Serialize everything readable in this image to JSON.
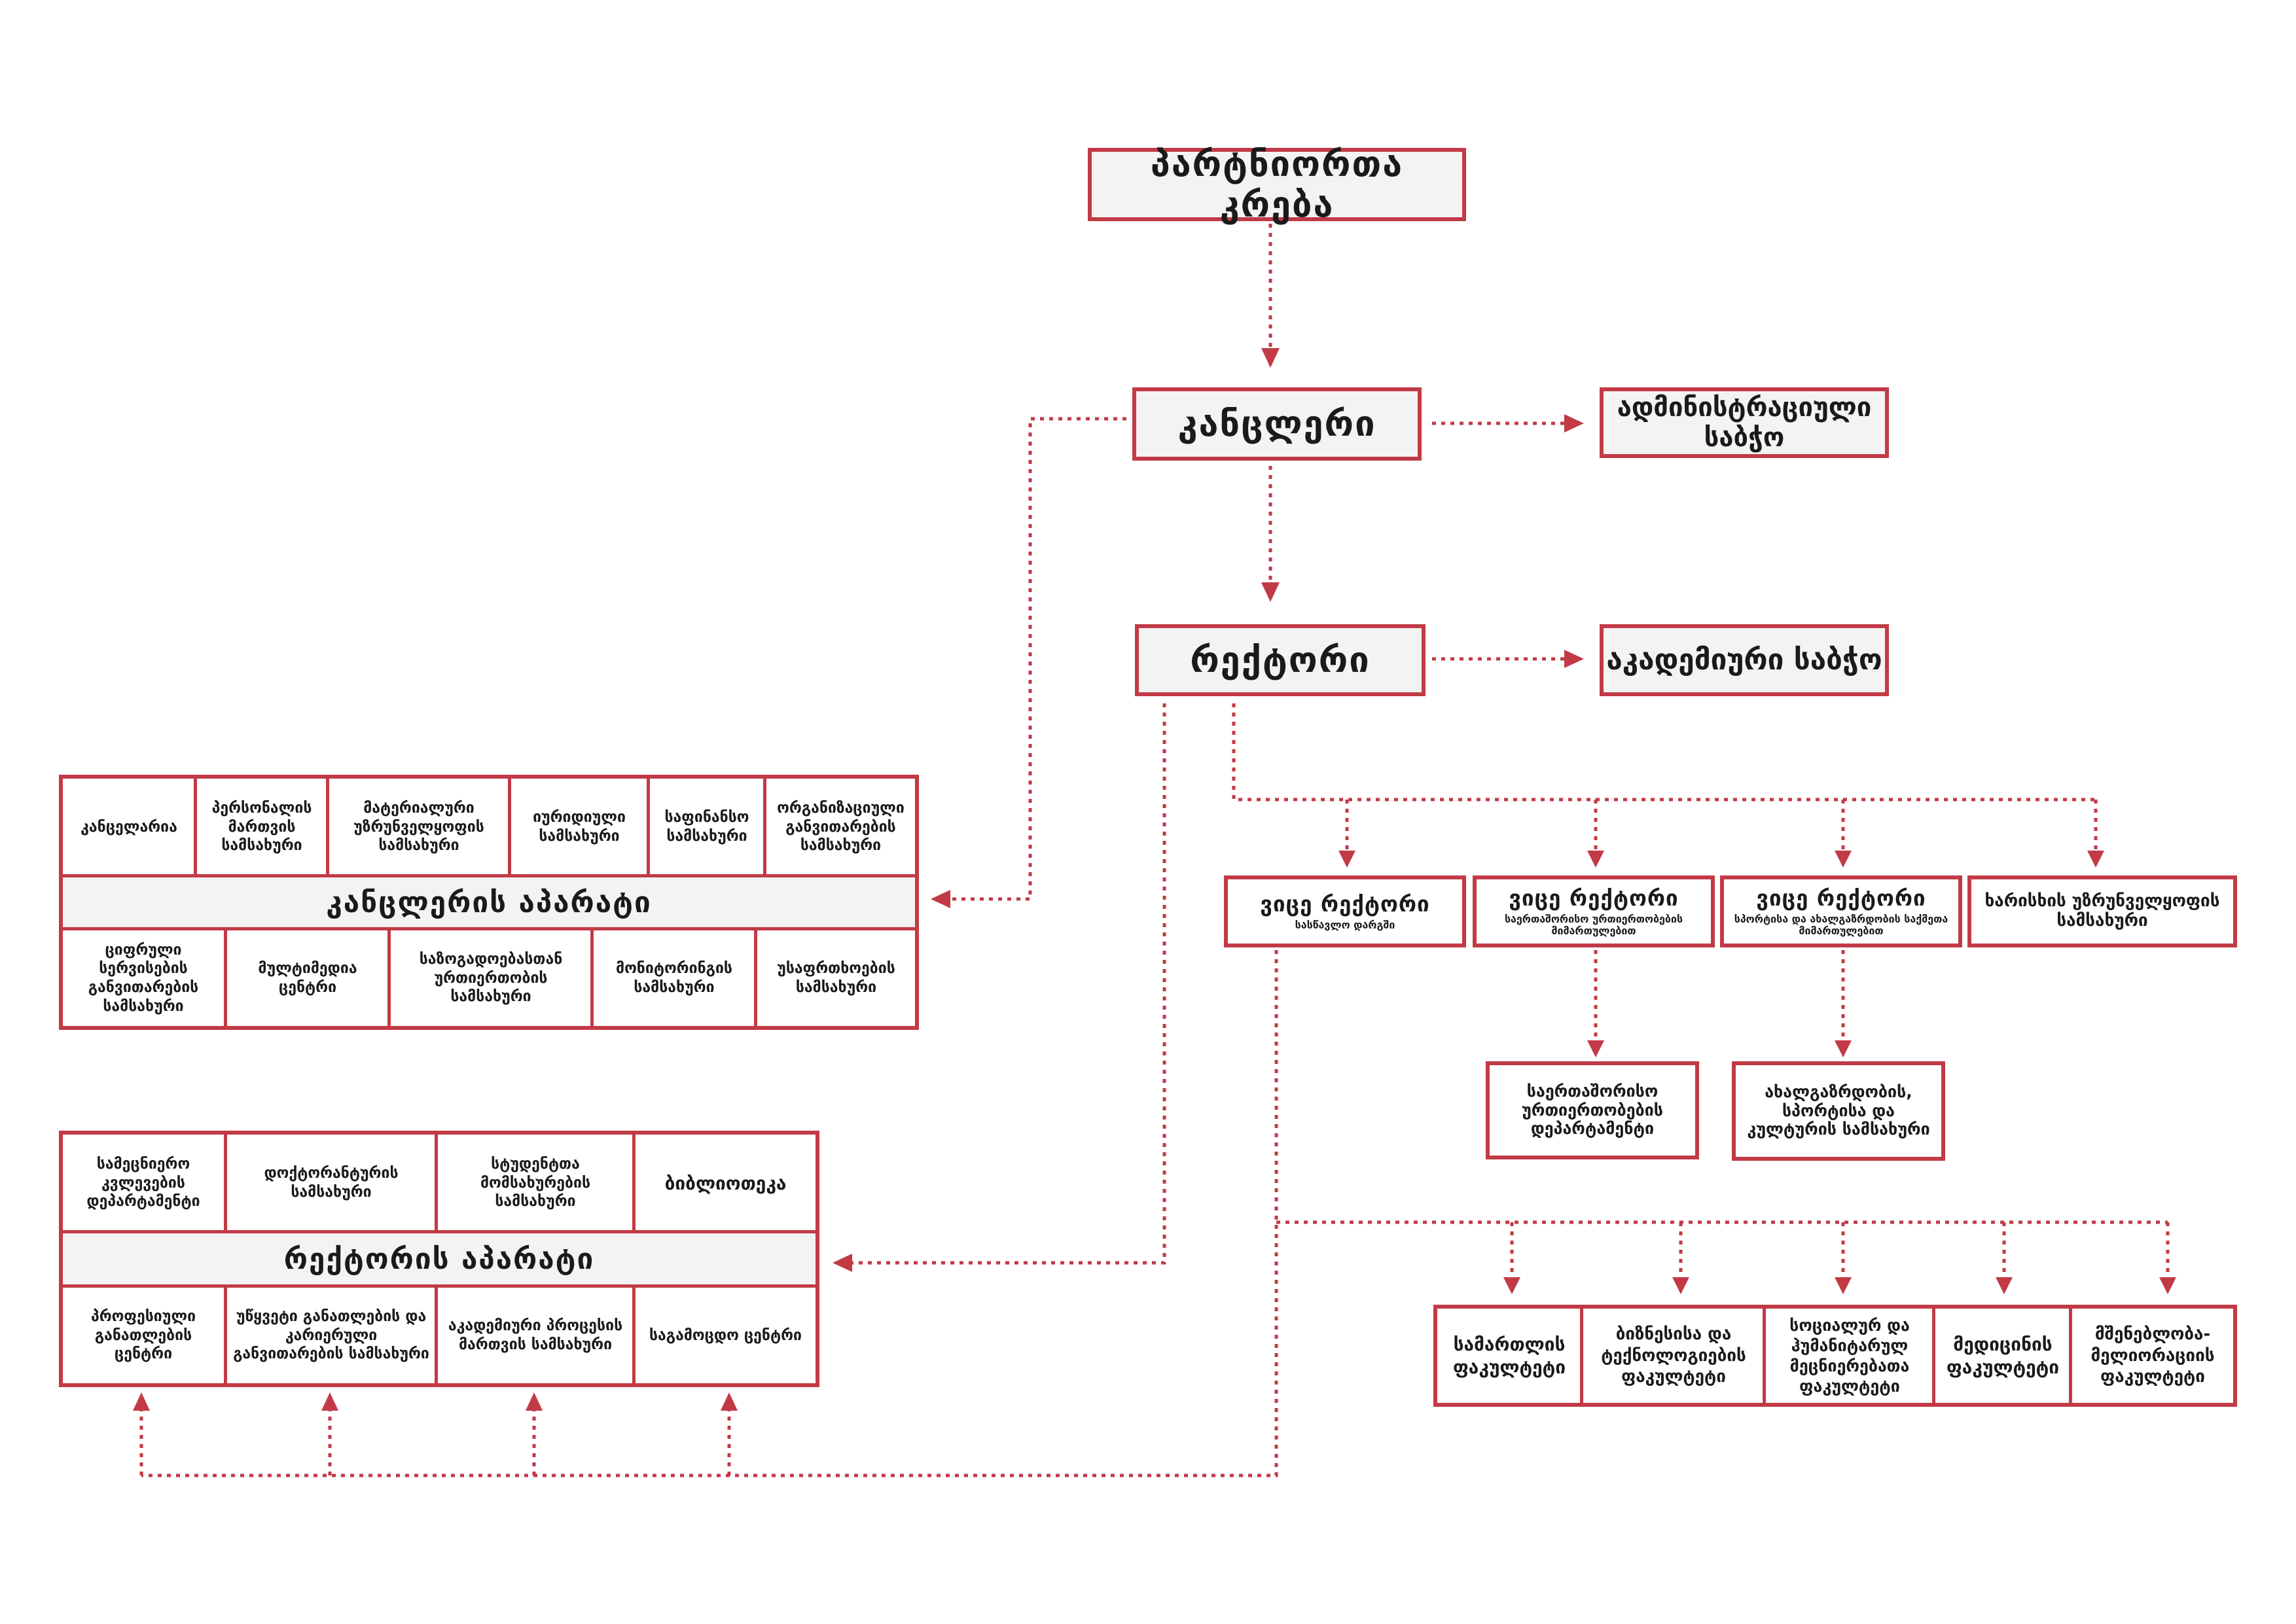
{
  "colors": {
    "accent": "#c23a46",
    "box_fill": "#f3f3f4",
    "text": "#1a1a1a"
  },
  "top": {
    "partners": "პარტნიორთა კრება",
    "chancellor": "კანცლერი",
    "admin_board": "ადმინისტრაციული საბჭო",
    "rector": "რექტორი",
    "academic_board": "აკადემიური საბჭო"
  },
  "vice": [
    {
      "title": "ვიცე რექტორი",
      "sub": "სასწავლო დარგში"
    },
    {
      "title": "ვიცე რექტორი",
      "sub": "საერთაშორისო ურთიერთობების მიმართულებით"
    },
    {
      "title": "ვიცე რექტორი",
      "sub": "სპორტისა და ახალგაზრდობის საქმეთა მიმართულებით"
    }
  ],
  "quality": "ხარისხის უზრუნველყოფის სამსახური",
  "intl_dept": "საერთაშორისო ურთიერთობების დეპარტამენტი",
  "youth_service": "ახალგაზრდობის, სპორტისა და კულტურის სამსახური",
  "faculties": [
    "სამართლის ფაკულტეტი",
    "ბიზნესისა და ტექნოლოგიების ფაკულტეტი",
    "სოციალურ და ჰუმანიტარულ მეცნიერებათა ფაკულტეტი",
    "მედიცინის ფაკულტეტი",
    "მშენებლობა-მელიორაციის ფაკულტეტი"
  ],
  "chancellor_apparatus": {
    "title": "კანცლერის აპარატი",
    "top_row": [
      "კანცელარია",
      "პერსონალის მართვის სამსახური",
      "მატერიალური უზრუნველყოფის სამსახური",
      "იურიდიული სამსახური",
      "საფინანსო სამსახური",
      "ორგანიზაციული განვითარების სამსახური"
    ],
    "bottom_row": [
      "ციფრული სერვისების განვითარების სამსახური",
      "მულტიმედია ცენტრი",
      "საზოგადოებასთან ურთიერთობის სამსახური",
      "მონიტორინგის სამსახური",
      "უსაფრთხოების სამსახური"
    ]
  },
  "rector_apparatus": {
    "title": "რექტორის აპარატი",
    "top_row": [
      "სამეცნიერო კვლევების დეპარტამენტი",
      "დოქტორანტურის სამსახური",
      "სტუდენტთა მომსახურების სამსახური",
      "ბიბლიოთეკა"
    ],
    "bottom_row": [
      "პროფესიული განათლების ცენტრი",
      "უწყვეტი განათლების და კარიერული განვითარების სამსახური",
      "აკადემიური პროცესის მართვის სამსახური",
      "საგამოცდო ცენტრი"
    ]
  }
}
